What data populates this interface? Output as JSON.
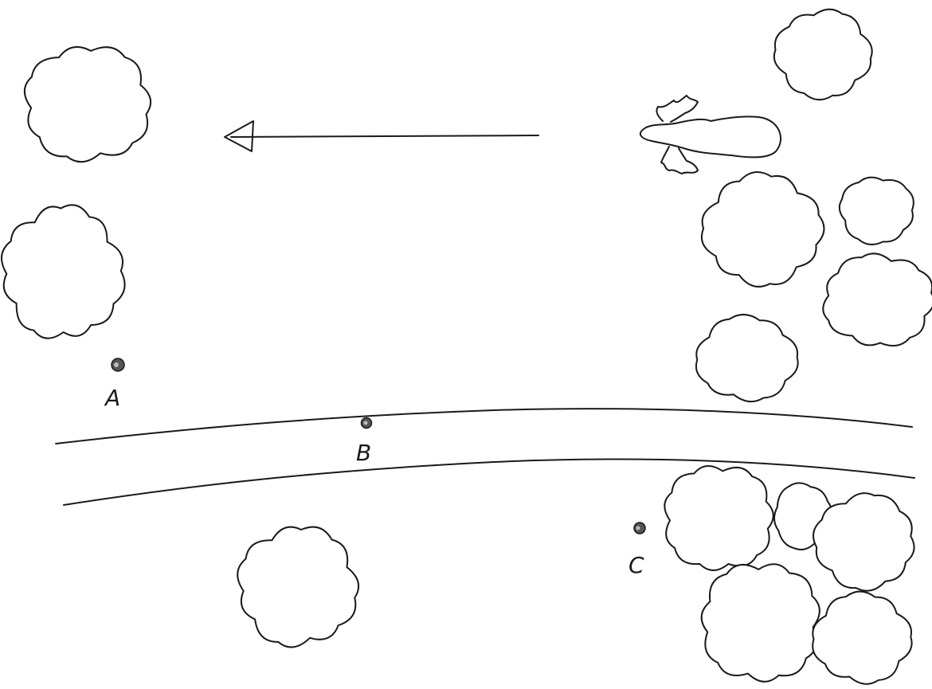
{
  "points": [
    {
      "id": "A",
      "label": "A"
    },
    {
      "id": "B",
      "label": "B"
    },
    {
      "id": "C",
      "label": "C"
    }
  ],
  "icons": {
    "arrow": "arrow-left-icon",
    "animal": "animal-top-view-icon",
    "bush": "bush-icon"
  },
  "colors": {
    "ink": "#1a1a1a",
    "background": "#ffffff",
    "point_fill": "#555555"
  }
}
